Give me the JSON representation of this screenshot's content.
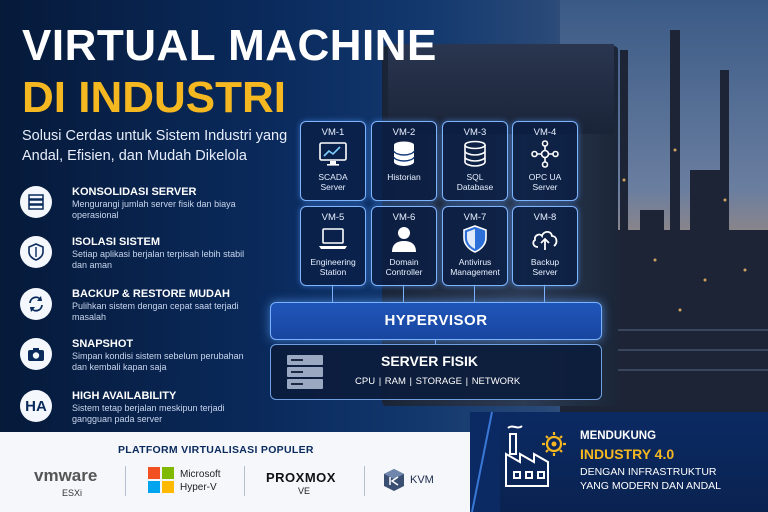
{
  "title": {
    "line1": "VIRTUAL MACHINE",
    "line2": "DI INDUSTRI"
  },
  "subtitle": "Solusi Cerdas untuk Sistem Industri yang Andal, Efisien, dan Mudah Dikelola",
  "features": [
    {
      "icon": "server-icon",
      "title": "KONSOLIDASI SERVER",
      "desc": "Mengurangi jumlah server fisik dan biaya operasional"
    },
    {
      "icon": "shield-icon",
      "title": "ISOLASI SISTEM",
      "desc": "Setiap aplikasi berjalan terpisah lebih stabil dan aman"
    },
    {
      "icon": "sync-icon",
      "title": "BACKUP & RESTORE MUDAH",
      "desc": "Pulihkan sistem dengan cepat saat terjadi masalah"
    },
    {
      "icon": "camera-icon",
      "title": "SNAPSHOT",
      "desc": "Simpan kondisi sistem sebelum perubahan dan kembali kapan saja"
    },
    {
      "icon": "ha-icon",
      "title": "HIGH AVAILABILITY",
      "desc": "Sistem tetap berjalan meskipun terjadi gangguan pada server",
      "badge": "HA"
    }
  ],
  "vms": [
    {
      "id": "VM-1",
      "label1": "SCADA",
      "label2": "Server",
      "icon": "monitor-chart-icon"
    },
    {
      "id": "VM-2",
      "label1": "Historian",
      "label2": "",
      "icon": "database-icon"
    },
    {
      "id": "VM-3",
      "label1": "SQL",
      "label2": "Database",
      "icon": "sql-database-icon"
    },
    {
      "id": "VM-4",
      "label1": "OPC UA",
      "label2": "Server",
      "icon": "network-nodes-icon"
    },
    {
      "id": "VM-5",
      "label1": "Engineering",
      "label2": "Station",
      "icon": "laptop-icon"
    },
    {
      "id": "VM-6",
      "label1": "Domain",
      "label2": "Controller",
      "icon": "user-icon"
    },
    {
      "id": "VM-7",
      "label1": "Antivirus",
      "label2": "Management",
      "icon": "shield-check-icon"
    },
    {
      "id": "VM-8",
      "label1": "Backup",
      "label2": "Server",
      "icon": "cloud-upload-icon"
    }
  ],
  "hypervisor": "HYPERVISOR",
  "server_fisik": {
    "title": "SERVER FISIK",
    "specs": "CPU  |  RAM  |  STORAGE  |  NETWORK"
  },
  "platforms": {
    "title": "PLATFORM VIRTUALISASI POPULER",
    "items": [
      {
        "name": "vmware",
        "sub": "ESXi"
      },
      {
        "name": "Microsoft",
        "sub": "Hyper-V"
      },
      {
        "name": "PROXMOX",
        "sub": "VE"
      },
      {
        "name": "KVM",
        "sub": ""
      }
    ]
  },
  "industry": {
    "line1": "MENDUKUNG",
    "line2": "INDUSTRY 4.0",
    "line3": "DENGAN INFRASTRUKTUR",
    "line4": "YANG MODERN DAN ANDAL"
  },
  "colors": {
    "accent": "#f5b820",
    "navy": "#0a2a5c",
    "glow": "#7fb4ff"
  }
}
